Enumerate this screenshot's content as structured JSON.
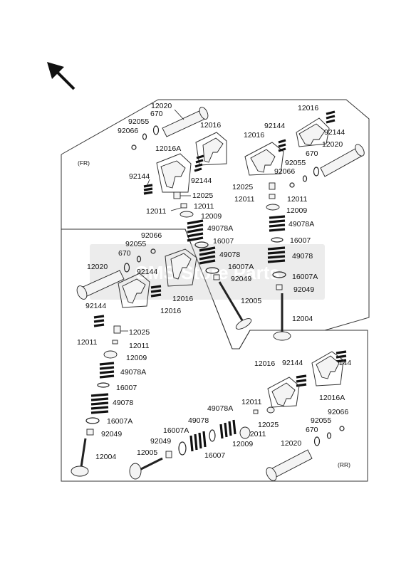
{
  "brand_watermark": "CMS Store Parts",
  "zone_tags": {
    "front": "(FR)",
    "rear": "(RR)"
  },
  "parts": {
    "shaft": "12020",
    "rocker": "12016",
    "rocker_a": "12016A",
    "spring_small": "92144",
    "oring_a": "92055",
    "oring_b": "92066",
    "oring_c": "670",
    "shim_a": "12025",
    "keeper": "12011",
    "retainer": "12009",
    "spring_outer": "49078A",
    "seat_a": "16007",
    "spring_inner": "49078",
    "seat_b": "16007A",
    "seal": "92049",
    "valve_in": "12005",
    "valve_ex": "12004"
  }
}
